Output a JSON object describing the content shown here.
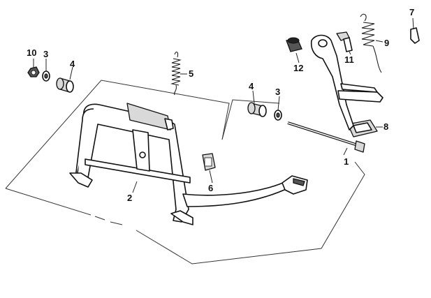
{
  "diagram": {
    "callouts": [
      {
        "id": "c1",
        "label": "1"
      },
      {
        "id": "c2",
        "label": "2"
      },
      {
        "id": "c3a",
        "label": "3"
      },
      {
        "id": "c3b",
        "label": "3"
      },
      {
        "id": "c4a",
        "label": "4"
      },
      {
        "id": "c4b",
        "label": "4"
      },
      {
        "id": "c5",
        "label": "5"
      },
      {
        "id": "c6",
        "label": "6"
      },
      {
        "id": "c7",
        "label": "7"
      },
      {
        "id": "c8",
        "label": "8"
      },
      {
        "id": "c9",
        "label": "9"
      },
      {
        "id": "c10",
        "label": "10"
      },
      {
        "id": "c11",
        "label": "11"
      },
      {
        "id": "c12",
        "label": "12"
      }
    ]
  }
}
